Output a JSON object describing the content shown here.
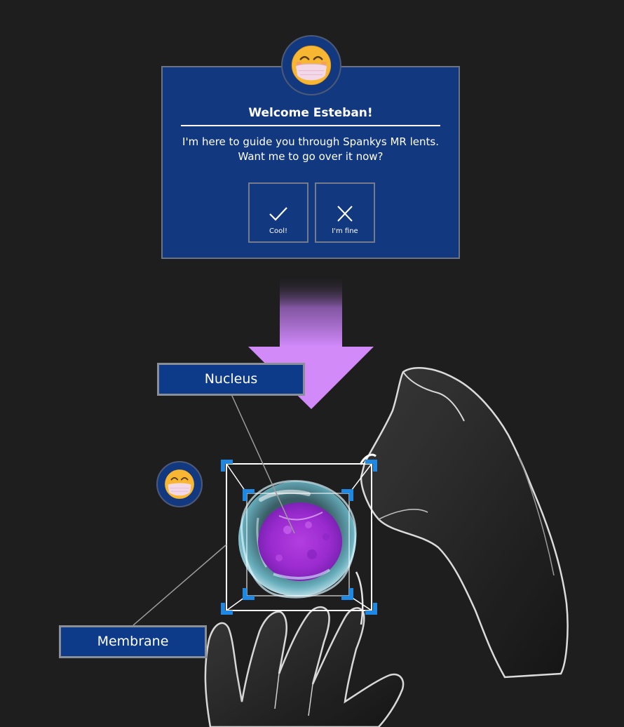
{
  "dialog": {
    "title": "Welcome Esteban!",
    "body_line1": "I'm here to guide you through Spankys MR lents.",
    "body_line2": "Want me to go over it now?",
    "confirm_label": "Cool!",
    "dismiss_label": "I'm fine"
  },
  "labels": {
    "nucleus": "Nucleus",
    "membrane": "Membrane"
  },
  "icons": {
    "avatar": "mask-face-emoji-icon",
    "confirm": "checkmark-icon",
    "dismiss": "close-icon",
    "arrow": "arrow-down-icon"
  },
  "colors": {
    "background": "#1e1e1e",
    "panel": "#12387f",
    "label": "#0e3a8a",
    "arrow": "#c982f5",
    "handle": "#1e88e5",
    "nucleus": "#a12fd1",
    "membrane": "#5cc6dc"
  }
}
